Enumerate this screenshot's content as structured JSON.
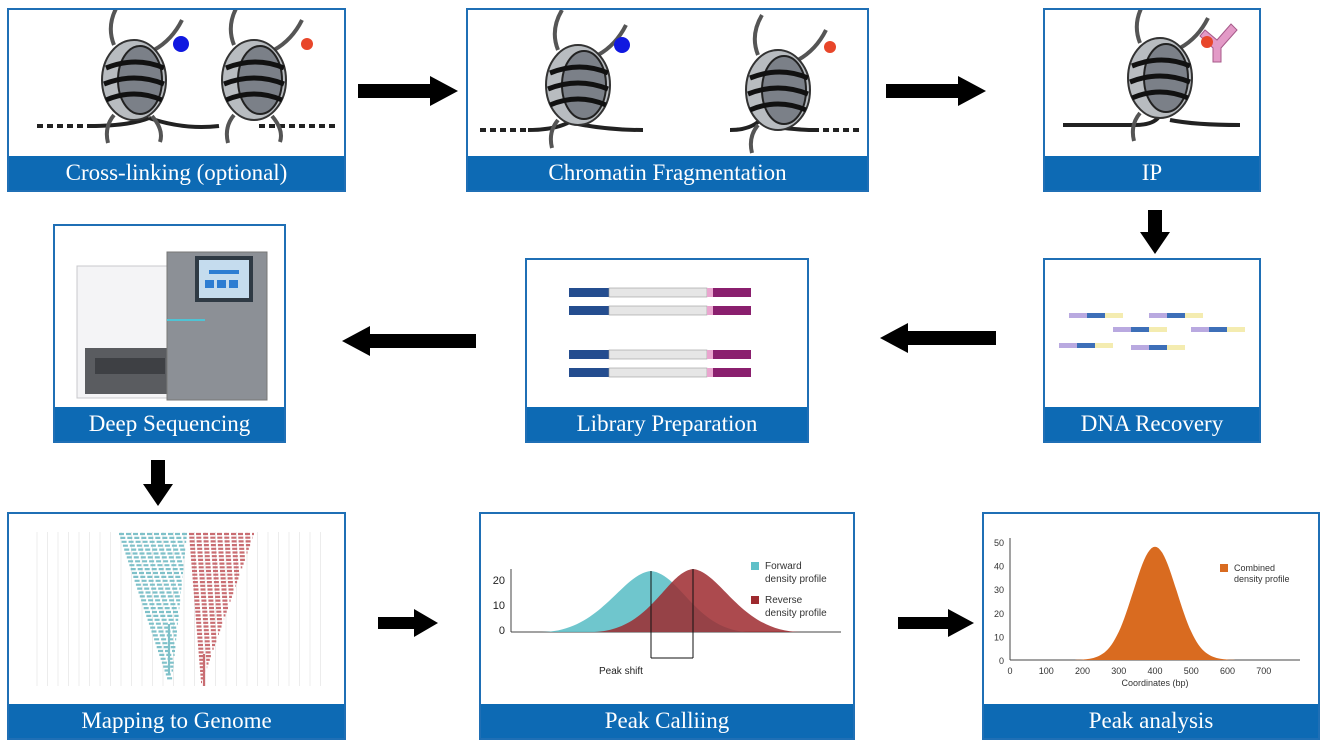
{
  "steps": {
    "crosslinking": "Cross-linking (optional)",
    "fragmentation": "Chromatin Fragmentation",
    "ip": "IP",
    "dna_recovery": "DNA Recovery",
    "library": "Library Preparation",
    "sequencing": "Deep Sequencing",
    "mapping": "Mapping to Genome",
    "peak_calling": "Peak Calliing",
    "peak_analysis": "Peak analysis"
  },
  "peak_calling_plot": {
    "legend_forward": [
      "Forward",
      "density profile"
    ],
    "legend_reverse": [
      "Reverse",
      "density profile"
    ],
    "yticks": [
      "20",
      "10",
      "0"
    ],
    "annotation": "Peak shift",
    "colors": {
      "forward": "#5fc0c8",
      "reverse": "#9e2a2f"
    }
  },
  "peak_analysis_plot": {
    "legend": [
      "Combined",
      "density profile"
    ],
    "yticks": [
      "50",
      "40",
      "30",
      "20",
      "10",
      "0"
    ],
    "xticks": [
      "0",
      "100",
      "200",
      "300",
      "400",
      "500",
      "600",
      "700"
    ],
    "xlabel": "Coordinates (bp)",
    "color": "#d96b20"
  },
  "colors": {
    "caption_bg": "#0d6ab4",
    "panel_border": "#1f6fb5",
    "blue_mark": "#1018e0",
    "red_mark": "#e8462a"
  }
}
